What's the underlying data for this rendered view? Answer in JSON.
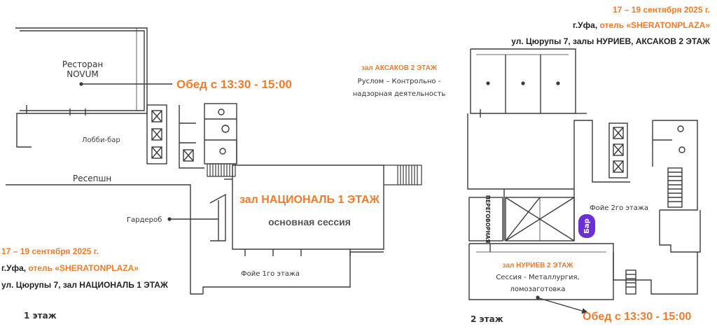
{
  "colors": {
    "accent_orange": "#f07b2b",
    "bar_purple": "#6b2fd6",
    "text_dark": "#222222",
    "line": "#3a3a3a"
  },
  "floor1": {
    "restaurant_line1": "Ресторан",
    "restaurant_line2": "NOVUM",
    "lunch": "Обед  с 13:30 - 15:00",
    "lobby_bar": "Лобби-бар",
    "reception": "Ресепшн",
    "cloakroom": "Гардероб",
    "hall_title": "зал НАЦИОНАЛЬ 1 ЭТАЖ",
    "hall_subtitle": "основная сессия",
    "foyer": "Фойе 1го этажа",
    "date": "17 – 19 сентября 2025 г.",
    "city": "г.Уфа,",
    "hotel": "отель «SHERATONPLAZA»",
    "address": "ул. Цюрупы 7, зал НАЦИОНАЛЬ 1 ЭТАЖ",
    "floor_label": "1 этаж"
  },
  "floor2": {
    "date": "17 – 19 сентября 2025 г.",
    "city": "г.Уфа,",
    "hotel": "отель «SHERATONPLAZA»",
    "address": "ул. Цюрупы 7, залы НУРИЕВ, АКСАКОВ 2 ЭТАЖ",
    "aksakov_title": "зал АКСАКОВ 2 ЭТАЖ",
    "aksakov_line1": "Руслом – Контрольно -",
    "aksakov_line2": "надзорная деятельность",
    "meeting_room": "ПЕРЕГОВОРНАЯ",
    "bar": "Бар",
    "foyer": "Фойе 2го этажа",
    "nuriev_title": "зал НУРИЕВ 2 ЭТАЖ",
    "nuriev_line1": "Сессия - Металлургия,",
    "nuriev_line2": "ломозаготовка",
    "lunch": "Обед  с 13:30 - 15:00",
    "floor_label": "2 этаж"
  }
}
